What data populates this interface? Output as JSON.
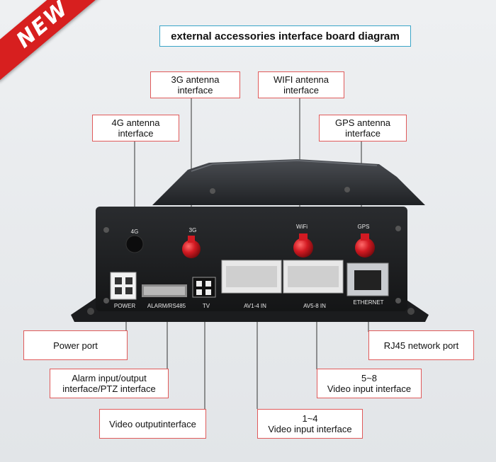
{
  "badge": "NEW",
  "title": "external accessories interface board diagram",
  "callouts": {
    "g3": [
      "3G antenna",
      "interface"
    ],
    "wifi": [
      "WIFI antenna",
      "interface"
    ],
    "g4": [
      "4G antenna",
      "interface"
    ],
    "gps": [
      "GPS antenna",
      "interface"
    ],
    "power": [
      "Power port"
    ],
    "rj45": [
      "RJ45 network port"
    ],
    "alarm": [
      "Alarm input/output",
      "interface/PTZ interface"
    ],
    "video58": [
      "5~8",
      "Video input interface"
    ],
    "videoout": [
      "Video outputinterface"
    ],
    "video14": [
      "1~4",
      "Video input interface"
    ]
  },
  "panel_labels": {
    "g4": "4G",
    "g3": "3G",
    "wifi": "WiFi",
    "gps": "GPS",
    "power": "POWER",
    "alarm": "ALARM/RS485",
    "tv": "TV",
    "av14": "AV1-4 IN",
    "av58": "AV5-8 IN",
    "ethernet": "ETHERNET"
  },
  "colors": {
    "badge": "#d71f1f",
    "callout_border": "#e05a5a",
    "title_border": "#3aa5c8",
    "antenna": "#c8141e"
  }
}
